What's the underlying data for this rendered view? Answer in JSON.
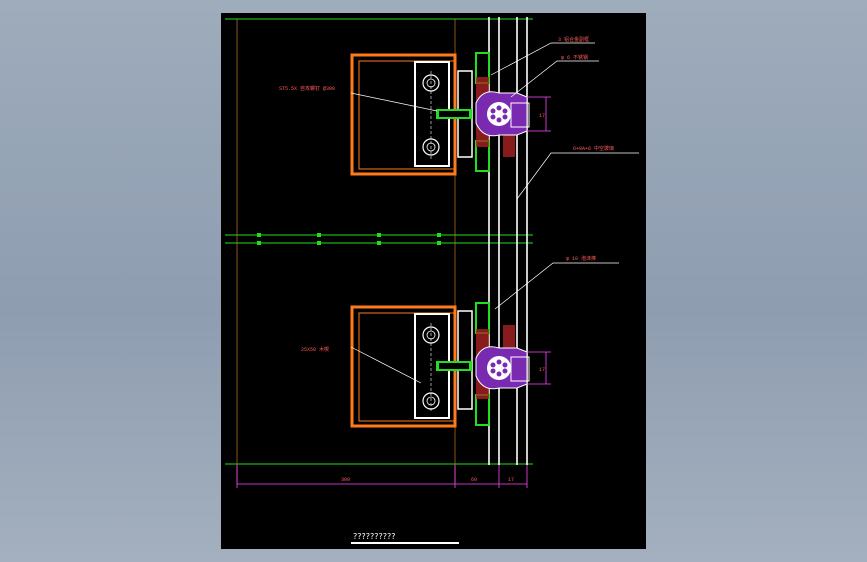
{
  "drawing": {
    "caption": "??????????",
    "labels": {
      "top_1": "3 铝合金副框",
      "top_2": "φ 6 不锈钢",
      "top_3": "6+9A+6 中空玻璃",
      "top_4": "ST5.5X 自攻螺钉 @300",
      "bottom_1": "φ 10 泡沫棒",
      "bottom_2": "25X50 木楔"
    },
    "dims": {
      "right_top": "17",
      "right_bottom": "17",
      "bottom_main": "300",
      "bottom_mid": "60",
      "bottom_right": "17"
    },
    "colors": {
      "background": "#000000",
      "frame": "#ff7a1a",
      "grid_line": "#22dd22",
      "dimension": "#ff44ff",
      "annotation": "#ff5a5a",
      "glass": "#ffffff",
      "gasket": "#7a2ab0",
      "sealant": "#aa2222"
    }
  }
}
